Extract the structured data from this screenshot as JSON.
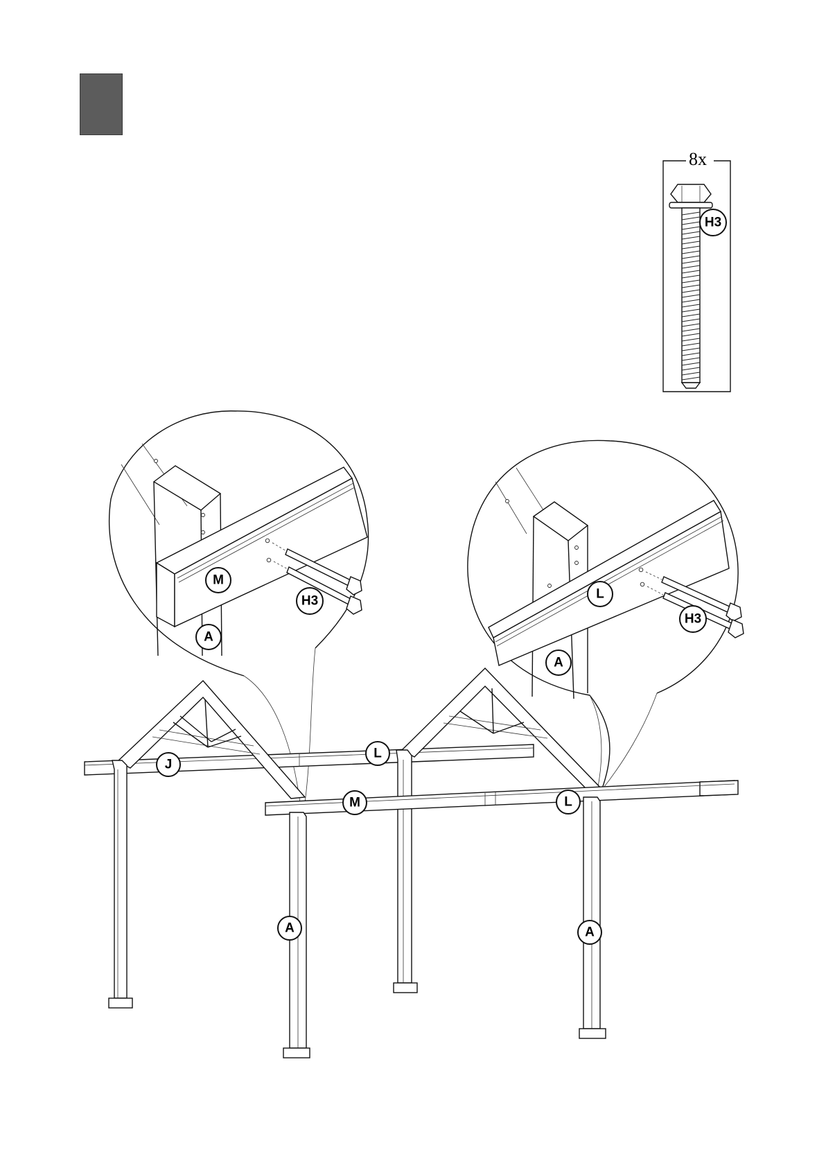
{
  "step": {
    "tab_color": "#5c5c5c"
  },
  "hardware_box": {
    "quantity": "8x",
    "part_label": "H3"
  },
  "detail_left": {
    "labels": {
      "beam": "M",
      "post": "A",
      "bolts": "H3"
    }
  },
  "detail_right": {
    "labels": {
      "beam": "L",
      "post": "A",
      "bolts": "H3"
    }
  },
  "assembly": {
    "labels": {
      "left_beam": "J",
      "rear_beam": "L",
      "front_beam_left": "M",
      "front_beam_right": "L",
      "front_post_left": "A",
      "front_post_right": "A"
    }
  }
}
